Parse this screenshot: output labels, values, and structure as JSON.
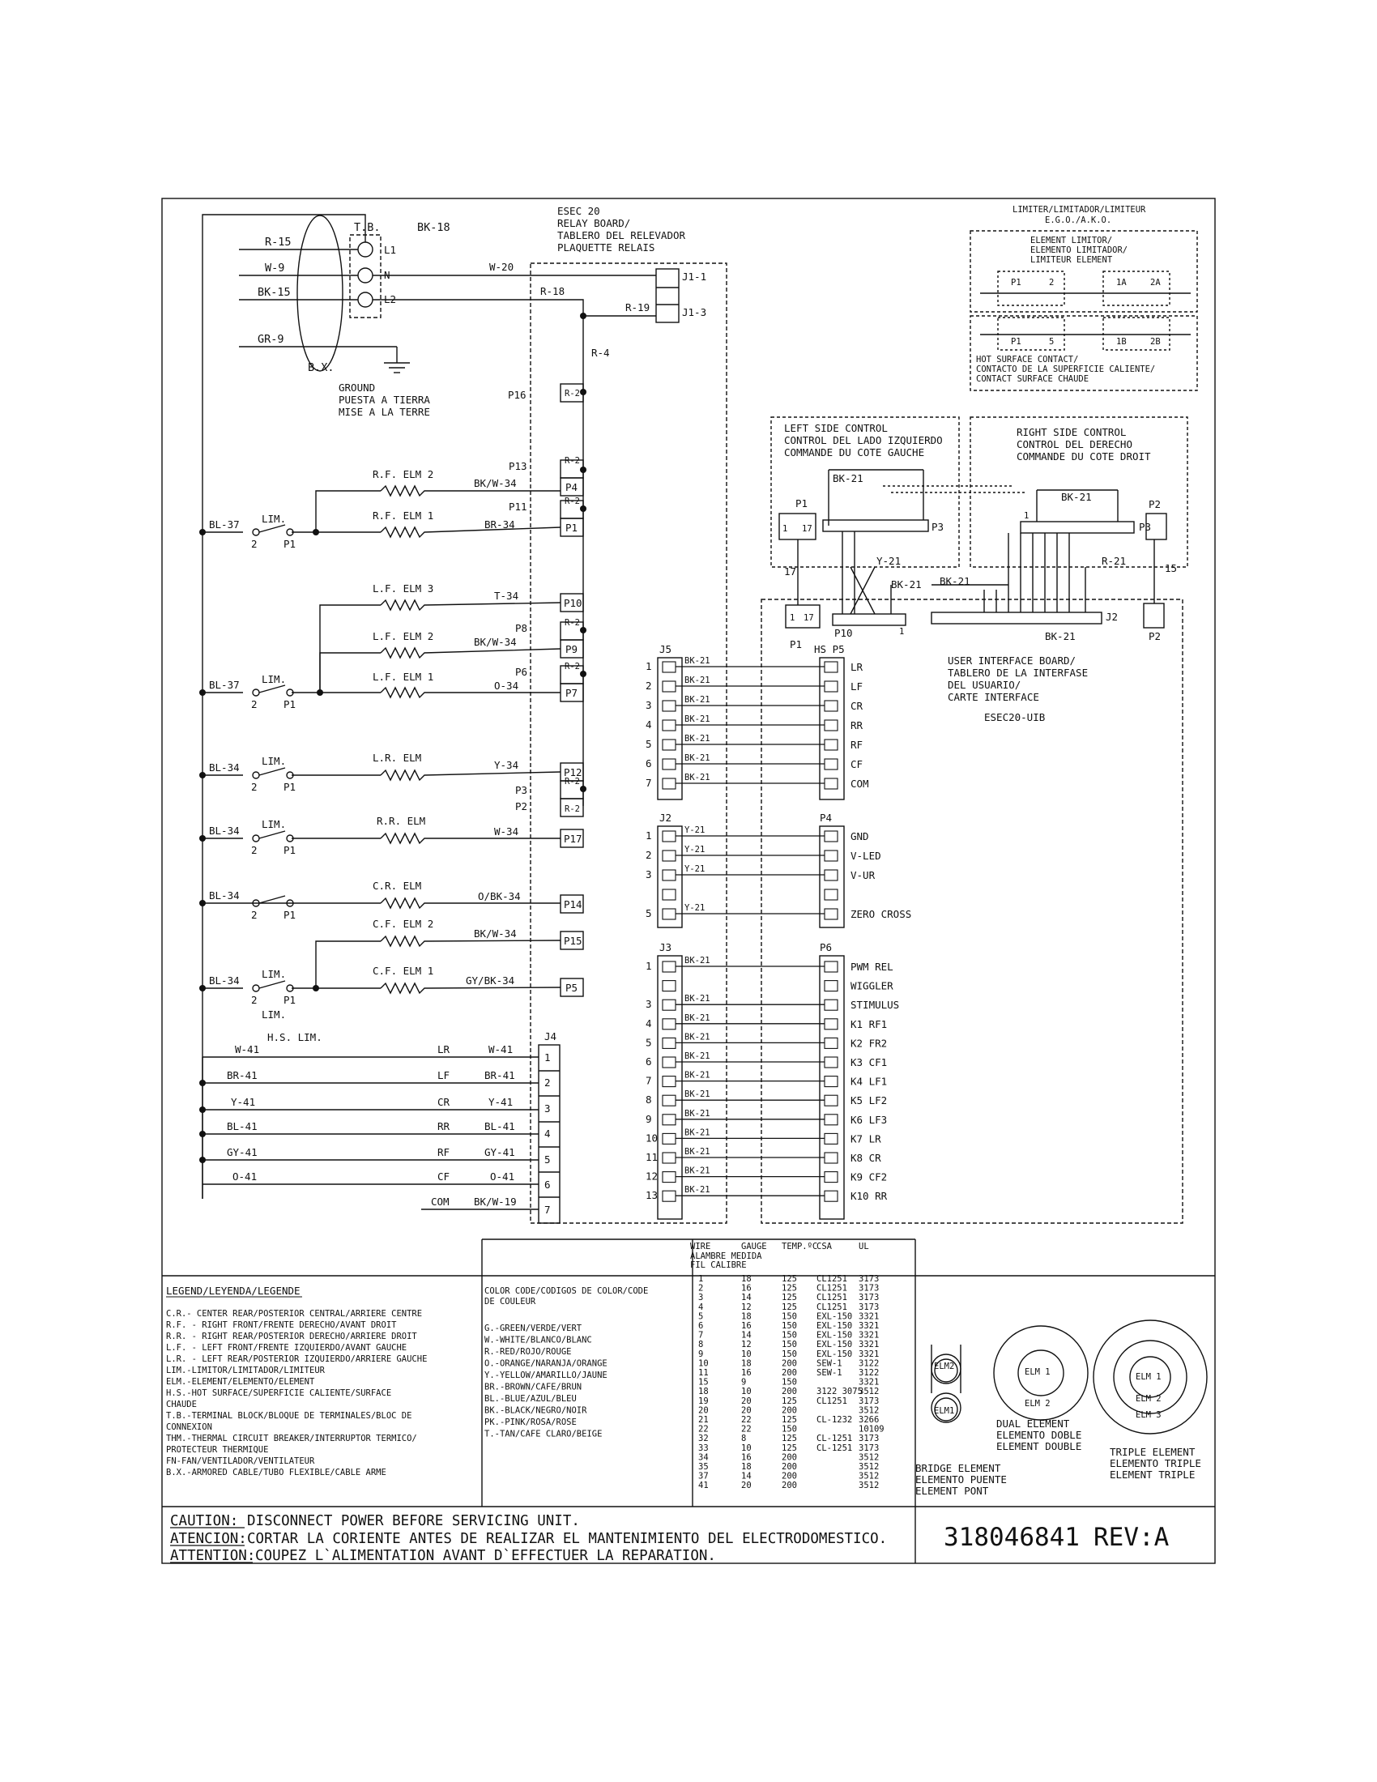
{
  "document_number": "318046841",
  "revision": "REV:A",
  "caution": [
    {
      "label": "CAUTION:",
      "text": " DISCONNECT POWER BEFORE SERVICING UNIT."
    },
    {
      "label": "ATENCION:",
      "text": "CORTAR LA CORIENTE ANTES DE REALIZAR EL MANTENIMIENTO DEL ELECTRODOMESTICO."
    },
    {
      "label": "ATTENTION:",
      "text": "COUPEZ L`ALIMENTATION AVANT D`EFFECTUER LA REPARATION."
    }
  ],
  "power": {
    "tb_label": "T.B.",
    "bk18": "BK-18",
    "terminals": [
      "L1",
      "N",
      "L2"
    ],
    "wires": [
      "R-15",
      "W-9",
      "BK-15",
      "GR-9"
    ],
    "bx": "B.X.",
    "ground": [
      "GROUND",
      "PUESTA A TIERRA",
      "MISE A LA TERRE"
    ]
  },
  "relay_board": {
    "title": [
      "ESEC 20",
      "RELAY BOARD/",
      "TABLERO DEL RELEVADOR",
      "PLAQUETTE RELAIS"
    ],
    "j1": [
      "J1-1",
      "J1-3"
    ],
    "wires": {
      "w20": "W-20",
      "r18": "R-18",
      "r19": "R-19",
      "r4": "R-4",
      "r2": "R-2"
    },
    "ports": [
      "P16",
      "P13",
      "P4",
      "P11",
      "P1",
      "P10",
      "P8",
      "P9",
      "P6",
      "P7",
      "P12",
      "P3",
      "P2",
      "P17",
      "P14",
      "P15",
      "P5"
    ]
  },
  "elements": [
    {
      "bl": "BL-37",
      "lim": "LIM.",
      "name": "R.F. ELM 2",
      "wire": "BK/W-34",
      "port": "P4"
    },
    {
      "bl": "",
      "lim": "",
      "name": "R.F. ELM 1",
      "wire": "BR-34",
      "port": "P1"
    },
    {
      "bl": "",
      "lim": "",
      "name": "L.F. ELM 3",
      "wire": "T-34",
      "port": "P10"
    },
    {
      "bl": "",
      "lim": "",
      "name": "L.F. ELM 2",
      "wire": "BK/W-34",
      "port": "P9"
    },
    {
      "bl": "BL-37",
      "lim": "LIM.",
      "name": "L.F. ELM 1",
      "wire": "O-34",
      "port": "P7"
    },
    {
      "bl": "BL-34",
      "lim": "LIM.",
      "name": "L.R. ELM",
      "wire": "Y-34",
      "port": "P12"
    },
    {
      "bl": "BL-34",
      "lim": "LIM.",
      "name": "R.R. ELM",
      "wire": "W-34",
      "port": "P17"
    },
    {
      "bl": "BL-34",
      "lim": "",
      "name": "C.R. ELM",
      "wire": "O/BK-34",
      "port": "P14"
    },
    {
      "bl": "",
      "lim": "",
      "name": "C.F. ELM 2",
      "wire": "BK/W-34",
      "port": "P15"
    },
    {
      "bl": "BL-34",
      "lim": "LIM.",
      "name": "C.F. ELM 1",
      "wire": "GY/BK-34",
      "port": "P5"
    }
  ],
  "switch_labels": {
    "two": "2",
    "p1": "P1",
    "lim_extra": "LIM."
  },
  "hs_lim": {
    "title": "H.S. LIM.",
    "connector": "J4",
    "rows": [
      {
        "left": "W-41",
        "pos": "LR",
        "right": "W-41",
        "pin": "1"
      },
      {
        "left": "BR-41",
        "pos": "LF",
        "right": "BR-41",
        "pin": "2"
      },
      {
        "left": "Y-41",
        "pos": "CR",
        "right": "Y-41",
        "pin": "3"
      },
      {
        "left": "BL-41",
        "pos": "RR",
        "right": "BL-41",
        "pin": "4"
      },
      {
        "left": "GY-41",
        "pos": "RF",
        "right": "GY-41",
        "pin": "5"
      },
      {
        "left": "O-41",
        "pos": "CF",
        "right": "O-41",
        "pin": "6"
      },
      {
        "left": "",
        "pos": "COM",
        "right": "BK/W-19",
        "pin": "7"
      }
    ]
  },
  "j5": {
    "name": "J5",
    "target": "HS P5",
    "wire": "BK-21",
    "pins": [
      "1",
      "2",
      "3",
      "4",
      "5",
      "6",
      "7"
    ],
    "labels": [
      "LR",
      "LF",
      "CR",
      "RR",
      "RF",
      "CF",
      "COM"
    ]
  },
  "j2": {
    "name": "J2",
    "target": "P4",
    "wire": "Y-21",
    "pins": [
      "1",
      "2",
      "3",
      "",
      "5"
    ],
    "labels": [
      "GND",
      "V-LED",
      "V-UR",
      "",
      "ZERO CROSS"
    ]
  },
  "j3": {
    "name": "J3",
    "target": "P6",
    "wire": "BK-21",
    "pins": [
      "1",
      "",
      "3",
      "4",
      "5",
      "6",
      "7",
      "8",
      "9",
      "10",
      "11",
      "12",
      "13"
    ],
    "labels": [
      "PWM REL",
      "WIGGLER",
      "STIMULUS",
      "K1 RF1",
      "K2 FR2",
      "K3 CF1",
      "K4 LF1",
      "K5 LF2",
      "K6 LF3",
      "K7 LR",
      "K8 CR",
      "K9 CF2",
      "K10 RR"
    ]
  },
  "limiter": {
    "title": [
      "LIMITER/LIMITADOR/LIMITEUR",
      "E.G.O./A.K.O."
    ],
    "element_limiter": [
      "ELEMENT LIMITOR/",
      "ELEMENTO LIMITADOR/",
      "LIMITEUR ELEMENT"
    ],
    "contacts": [
      "P1",
      "2",
      "1A",
      "2A",
      "P1",
      "5",
      "1B",
      "2B"
    ],
    "hot_surface": [
      "HOT SURFACE CONTACT/",
      "CONTACTO DE LA SUPERFICIE CALIENTE/",
      "CONTACT SURFACE CHAUDE"
    ]
  },
  "left_control": {
    "title": [
      "LEFT SIDE CONTROL",
      "CONTROL DEL LADO IZQUIERDO",
      "COMMANDE DU COTE GAUCHE"
    ],
    "bk21": "BK-21",
    "p1": "P1",
    "p1_pins": [
      "1",
      "17"
    ],
    "p3": "P3"
  },
  "right_control": {
    "title": [
      "RIGHT SIDE CONTROL",
      "CONTROL DEL DERECHO",
      "COMMANDE DU COTE DROIT"
    ],
    "bk21": "BK-21",
    "p2": "P2",
    "p3": "P3",
    "one": "1"
  },
  "uib": {
    "title": [
      "USER INTERFACE BOARD/",
      "TABLERO DE LA INTERFASE",
      "DEL USUARIO/",
      "CARTE INTERFACE"
    ],
    "model": "ESEC20-UIB",
    "y21": "Y-21",
    "bk21": "BK-21",
    "r21": "R-21",
    "p10": "P10",
    "p1": "P1",
    "p1_pins": [
      "1",
      "17"
    ],
    "j2": "J2",
    "p2": "P2",
    "n17": "17",
    "n15": "15",
    "one": "1"
  },
  "legend": {
    "title": "LEGEND/LEYENDA/LEGENDE",
    "lines": [
      "C.R.- CENTER REAR/POSTERIOR CENTRAL/ARRIERE CENTRE",
      "R.F. - RIGHT FRONT/FRENTE DERECHO/AVANT DROIT",
      "R.R. - RIGHT REAR/POSTERIOR DERECHO/ARRIERE DROIT",
      "L.F. - LEFT FRONT/FRENTE IZQUIERDO/AVANT GAUCHE",
      "L.R. - LEFT REAR/POSTERIOR IZQUIERDO/ARRIERE GAUCHE",
      "LIM.-LIMITOR/LIMITADOR/LIMITEUR",
      "ELM.-ELEMENT/ELEMENTO/ELEMENT",
      "H.S.-HOT SURFACE/SUPERFICIE CALIENTE/SURFACE",
      "     CHAUDE",
      "T.B.-TERMINAL BLOCK/BLOQUE DE TERMINALES/BLOC DE",
      "     CONNEXION",
      "THM.-THERMAL CIRCUIT BREAKER/INTERRUPTOR TERMICO/",
      "     PROTECTEUR THERMIQUE",
      "FN-FAN/VENTILADOR/VENTILATEUR",
      "B.X.-ARMORED CABLE/TUBO FLEXIBLE/CABLE ARME"
    ]
  },
  "color_code": {
    "title": [
      "COLOR CODE/CODIGOS DE COLOR/CODE",
      "DE COULEUR"
    ],
    "lines": [
      "G.-GREEN/VERDE/VERT",
      "W.-WHITE/BLANCO/BLANC",
      "R.-RED/ROJO/ROUGE",
      "O.-ORANGE/NARANJA/ORANGE",
      "Y.-YELLOW/AMARILLO/JAUNE",
      "BR.-BROWN/CAFE/BRUN",
      "BL.-BLUE/AZUL/BLEU",
      "BK.-BLACK/NEGRO/NOIR",
      "PK.-PINK/ROSA/ROSE",
      "T.-TAN/CAFE CLARO/BEIGE"
    ]
  },
  "wire_table": {
    "headers": [
      "WIRE",
      "GAUGE",
      "TEMP.ºC",
      "CSA",
      "UL"
    ],
    "subheaders": [
      "ALAMBRE MEDIDA",
      "FIL     CALIBRE"
    ],
    "rows": [
      [
        "1",
        "18",
        "125",
        "CL1251",
        "3173"
      ],
      [
        "2",
        "16",
        "125",
        "CL1251",
        "3173"
      ],
      [
        "3",
        "14",
        "125",
        "CL1251",
        "3173"
      ],
      [
        "4",
        "12",
        "125",
        "CL1251",
        "3173"
      ],
      [
        "5",
        "18",
        "150",
        "EXL-150",
        "3321"
      ],
      [
        "6",
        "16",
        "150",
        "EXL-150",
        "3321"
      ],
      [
        "7",
        "14",
        "150",
        "EXL-150",
        "3321"
      ],
      [
        "8",
        "12",
        "150",
        "EXL-150",
        "3321"
      ],
      [
        "9",
        "10",
        "150",
        "EXL-150",
        "3321"
      ],
      [
        "10",
        "18",
        "200",
        "SEW-1",
        "3122"
      ],
      [
        "11",
        "16",
        "200",
        "SEW-1",
        "3122"
      ],
      [
        "15",
        "9",
        "150",
        "",
        "3321"
      ],
      [
        "18",
        "10",
        "200",
        "3122 3075",
        "3512"
      ],
      [
        "19",
        "20",
        "125",
        "CL1251",
        "3173"
      ],
      [
        "20",
        "20",
        "200",
        "",
        "3512"
      ],
      [
        "21",
        "22",
        "125",
        "CL-1232",
        "3266"
      ],
      [
        "22",
        "22",
        "150",
        "",
        "10109"
      ],
      [
        "32",
        "8",
        "125",
        "CL-1251",
        "3173"
      ],
      [
        "33",
        "10",
        "125",
        "CL-1251",
        "3173"
      ],
      [
        "34",
        "16",
        "200",
        "",
        "3512"
      ],
      [
        "35",
        "18",
        "200",
        "",
        "3512"
      ],
      [
        "37",
        "14",
        "200",
        "",
        "3512"
      ],
      [
        "41",
        "20",
        "200",
        "",
        "3512"
      ]
    ]
  },
  "element_types": {
    "bridge": {
      "labels": [
        "ELM2",
        "ELM1"
      ],
      "caption": [
        "BRIDGE ELEMENT",
        "ELEMENTO PUENTE",
        "ELEMENT PONT"
      ]
    },
    "dual": {
      "labels": [
        "ELM 1",
        "ELM 2"
      ],
      "caption": [
        "DUAL ELEMENT",
        "ELEMENTO DOBLE",
        "ELEMENT DOUBLE"
      ]
    },
    "triple": {
      "labels": [
        "ELM 1",
        "ELM 2",
        "ELM 3"
      ],
      "caption": [
        "TRIPLE ELEMENT",
        "ELEMENTO TRIPLE",
        "ELEMENT TRIPLE"
      ]
    }
  }
}
